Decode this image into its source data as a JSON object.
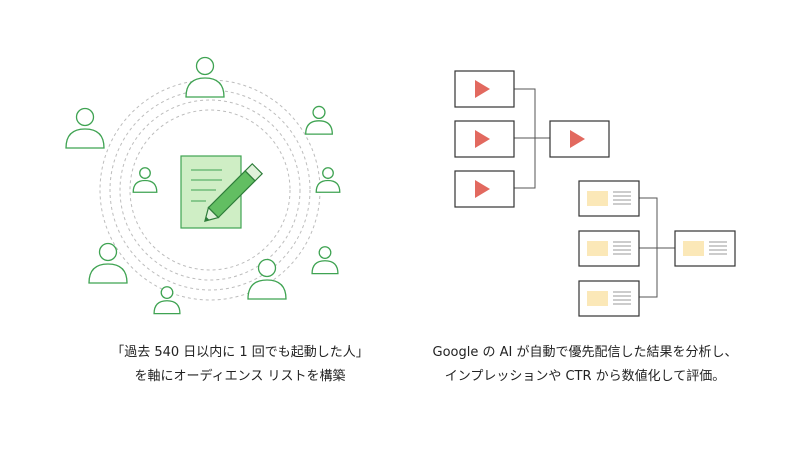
{
  "colors": {
    "accent_green": "#3fa352",
    "light_green": "#cfeec5",
    "play_red": "#e2695f",
    "thumb_yellow": "#fbe8b8",
    "outline_gray": "#333333",
    "dashed_gray": "#bdbdbd"
  },
  "icons": [
    "person-icon",
    "document-pencil-icon",
    "play-icon",
    "thumbnail-image-icon"
  ],
  "left_caption": {
    "line1": "「過去 540 日以内に 1 回でも起動した人」",
    "line2": "を軸にオーディエンス リストを構築"
  },
  "right_caption": {
    "line1": "Google の AI が自動で優先配信した結果を分析し、",
    "line2": "インプレッションや CTR から数値化して評価。"
  }
}
